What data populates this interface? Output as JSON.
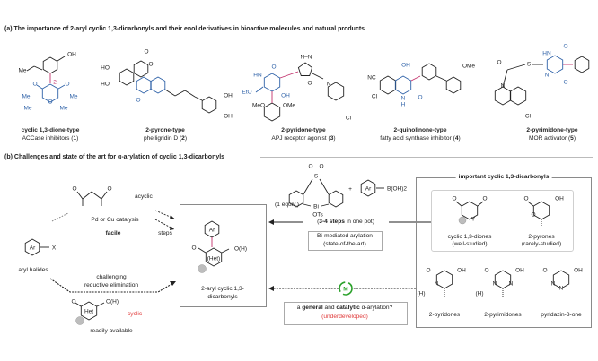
{
  "colors": {
    "blue": "#2f62a8",
    "red": "#e03a3a",
    "bond_highlight": "#c2306b",
    "catalyst_green": "#2aa12a",
    "frame": "#8a8a8a"
  },
  "panel_a": {
    "title": "(a) The importance of 2-aryl cyclic 1,3-dicarbonyls and their enol derivatives in bioactive molecules and natural products",
    "compounds": [
      {
        "type": "cyclic 1,3-dione-type",
        "desc": "ACCase inhibitors",
        "number": "1",
        "atoms": [
          "OH",
          "Me",
          "2",
          "O",
          "O",
          "Me",
          "Me",
          "Me",
          "Me",
          "O"
        ]
      },
      {
        "type": "2-pyrone-type",
        "desc": "phelligridin D",
        "number": "2",
        "atoms": [
          "HO",
          "HO",
          "O",
          "O",
          "O",
          "OH",
          "OH"
        ]
      },
      {
        "type": "2-pyridone-type",
        "desc": "APJ receptor agonist",
        "number": "3",
        "atoms": [
          "HN",
          "O",
          "N–N",
          "O",
          "EtO",
          "OH",
          "MeO",
          "OMe",
          "N",
          "Cl"
        ]
      },
      {
        "type": "2-quinolinone-type",
        "desc": "fatty acid synthase inhibitor",
        "number": "4",
        "atoms": [
          "NC",
          "Cl",
          "OH",
          "O",
          "N",
          "H",
          "OMe"
        ]
      },
      {
        "type": "2-pyrimidone-type",
        "desc": "MOR activator",
        "number": "5",
        "atoms": [
          "O",
          "S",
          "HN",
          "O",
          "N",
          "O",
          "N",
          "Cl"
        ]
      }
    ]
  },
  "panel_b": {
    "title": "(b) Challenges and state of the art for α-arylation of cyclic 1,3-dicarbonyls",
    "acyclic_atoms": [
      "O",
      "O"
    ],
    "acyclic_label": "acyclic",
    "catalysis_label": "Pd or Cu catalysis",
    "facile_label": "facile",
    "steps_label": "steps",
    "aryl_halide": {
      "ring": "Ar",
      "x": "X",
      "label": "aryl halides"
    },
    "challenge_label_1": "challenging",
    "challenge_label_2": "reductive elimination",
    "cyclic_atoms": [
      "O",
      "O(H)",
      "Het"
    ],
    "cyclic_label": "cyclic",
    "readily_label": "readily available",
    "product": {
      "ring": "Ar",
      "atoms": [
        "O",
        "O(H)",
        "(Het)"
      ],
      "label_1": "2-aryl cyclic 1,3-",
      "label_2": "dicarbonyls"
    },
    "bi_reagent": {
      "atoms": [
        "O",
        "O",
        "S",
        "Bi",
        "OTs"
      ],
      "equiv": "(1 equiv.)",
      "plus": "+",
      "ring": "Ar",
      "boronic": "B(OH)2"
    },
    "steps_parts": [
      "(",
      "3-4 steps",
      " in one pot)"
    ],
    "bi_box": {
      "line_1": "Bi-mediated arylation",
      "line_2": "(state-of-the-art)"
    },
    "catalyst": "M",
    "question_parts": [
      "a ",
      "general",
      " and ",
      "catalytic",
      " α-arylation?"
    ],
    "underdeveloped": "(underdeveloped)",
    "important_box": {
      "title": "important cyclic 1,3-dicarbonyls",
      "items": [
        {
          "name": "cyclic 1,3-diones",
          "note": "(well-studied)",
          "atoms": [
            "O",
            "O",
            "Y"
          ]
        },
        {
          "name": "2-pyrones",
          "note": "(rarely-studied)",
          "atoms": [
            "O",
            "OH",
            "O"
          ]
        },
        {
          "name": "2-pyridones",
          "atoms": [
            "O",
            "OH",
            "(H)",
            "N"
          ]
        },
        {
          "name": "2-pyrimidones",
          "atoms": [
            "O",
            "OH",
            "(H)",
            "N",
            "N"
          ]
        },
        {
          "name": "pyridazin-3-one",
          "atoms": [
            "O",
            "OH",
            "N",
            "N"
          ]
        }
      ]
    }
  }
}
